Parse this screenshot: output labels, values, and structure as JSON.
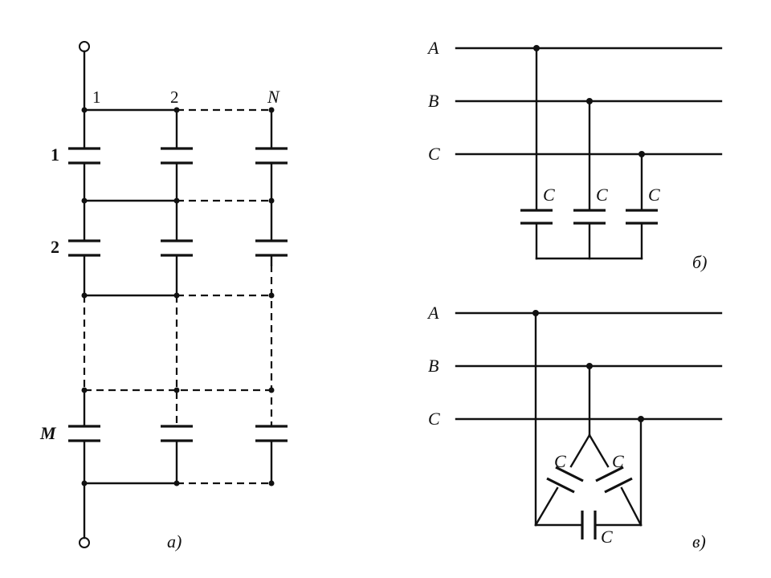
{
  "panel_a": {
    "col_labels": [
      "1",
      "2",
      "N"
    ],
    "row_labels": [
      "1",
      "2",
      "M"
    ],
    "caption": "а)"
  },
  "panel_b": {
    "phases": [
      "A",
      "B",
      "C"
    ],
    "cap_labels": [
      "C",
      "C",
      "C"
    ],
    "caption": "б)"
  },
  "panel_c": {
    "phases": [
      "A",
      "B",
      "C"
    ],
    "cap_labels": [
      "C",
      "C",
      "C"
    ],
    "caption": "в)"
  }
}
